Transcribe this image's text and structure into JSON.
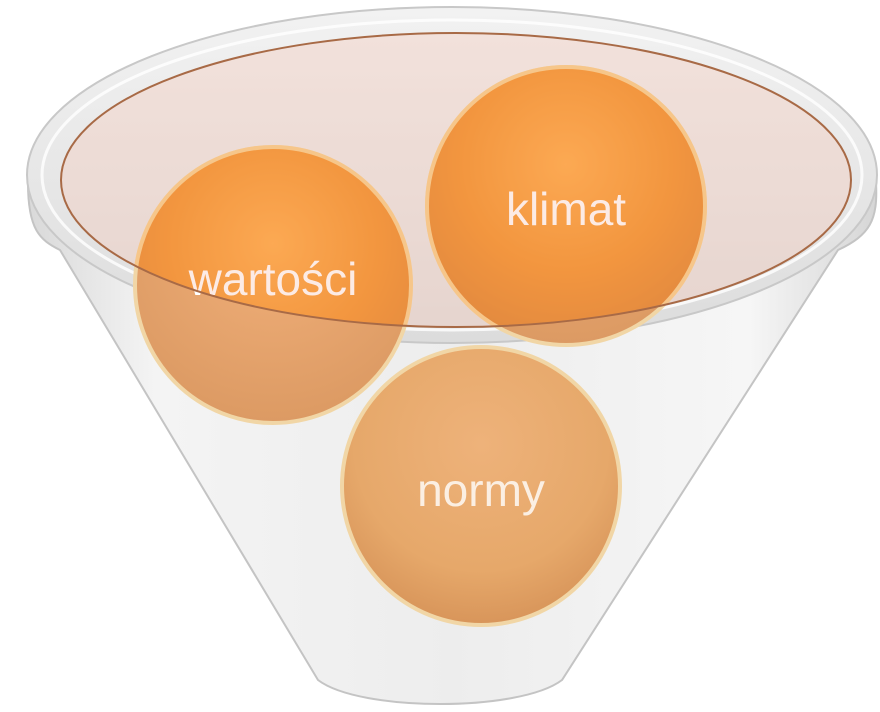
{
  "diagram": {
    "type": "funnel",
    "items": [
      {
        "label": "wartości"
      },
      {
        "label": "klimat"
      },
      {
        "label": "normy"
      }
    ],
    "colors": {
      "ball_bright": "#f07c00",
      "ball_highlight": "#ffb347",
      "ball_faded": "#e6a86a",
      "funnel_body": "#ececec",
      "funnel_edge": "#c9c9c9",
      "rim_fill": "#f9dcd3",
      "rim_stroke": "#b0704a"
    }
  }
}
